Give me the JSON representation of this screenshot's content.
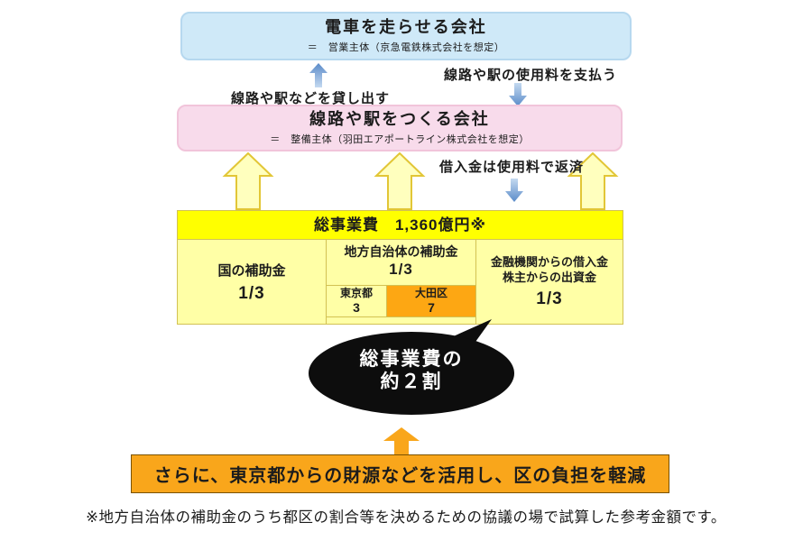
{
  "colors": {
    "operator_box_bg": "#cfe9f8",
    "builder_box_bg": "#f8dbeb",
    "header_yellow": "#ffff00",
    "cell_yellow": "#ffffa6",
    "highlight_orange": "#fda713",
    "banner_orange": "#f9a61b",
    "arrow_blue_dark": "#5b8bc9",
    "arrow_yellow_fill": "#ffffbe",
    "callout_bg": "#0d0d0d"
  },
  "operator_box": {
    "title": "電車を走らせる会社",
    "subtitle": "＝　営業主体（京急電鉄株式会社を想定）"
  },
  "flow_labels": {
    "lend": "線路や駅などを貸し出す",
    "pay_fee": "線路や駅の使用料を支払う",
    "repay": "借入金は使用料で返済"
  },
  "builder_box": {
    "title": "線路や駅をつくる会社",
    "subtitle": "＝　整備主体（羽田エアポートライン株式会社を想定）"
  },
  "cost_table": {
    "header": "総事業費　1,360億円※",
    "columns": [
      {
        "label": "国の補助金",
        "fraction": "1/3"
      },
      {
        "label": "地方自治体の補助金",
        "fraction": "1/3",
        "sub": [
          {
            "name": "東京都",
            "value": "3"
          },
          {
            "name": "大田区",
            "value": "7"
          }
        ]
      },
      {
        "lines": [
          "金融機関からの借入金",
          "株主からの出資金"
        ],
        "fraction": "1/3"
      }
    ]
  },
  "callout": {
    "line1": "総事業費の",
    "line2": "約２割"
  },
  "banner": {
    "text": "さらに、東京都からの財源などを活用し、区の負担を軽減"
  },
  "footnote": "※地方自治体の補助金のうち都区の割合等を決めるための協議の場で試算した参考金額です。"
}
